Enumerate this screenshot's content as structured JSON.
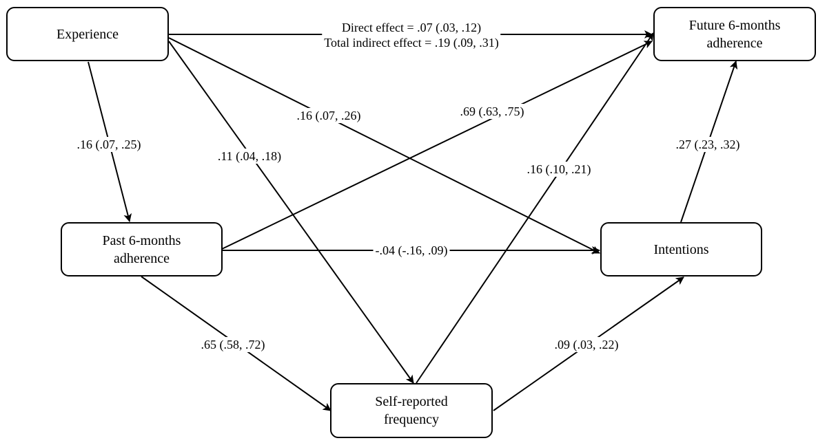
{
  "nodes": {
    "experience": "Experience",
    "future": "Future 6-months\nadherence",
    "past": "Past 6-months\nadherence",
    "intentions": "Intentions",
    "selfreport": "Self-reported\nfrequency"
  },
  "edges": {
    "exp_future": "Direct effect = .07 (.03, .12)\nTotal indirect effect = .19 (.09, .31)",
    "exp_past": ".16 (.07, .25)",
    "exp_selfreport": ".11 (.04, .18)",
    "exp_intentions": ".16 (.07, .26)",
    "past_future": ".69 (.63, .75)",
    "past_intentions": "-.04 (-.16, .09)",
    "past_selfreport": ".65 (.58, .72)",
    "selfreport_future": ".16 (.10, .21)",
    "selfreport_intentions": ".09 (.03, .22)",
    "intentions_future": ".27 (.23, .32)"
  }
}
